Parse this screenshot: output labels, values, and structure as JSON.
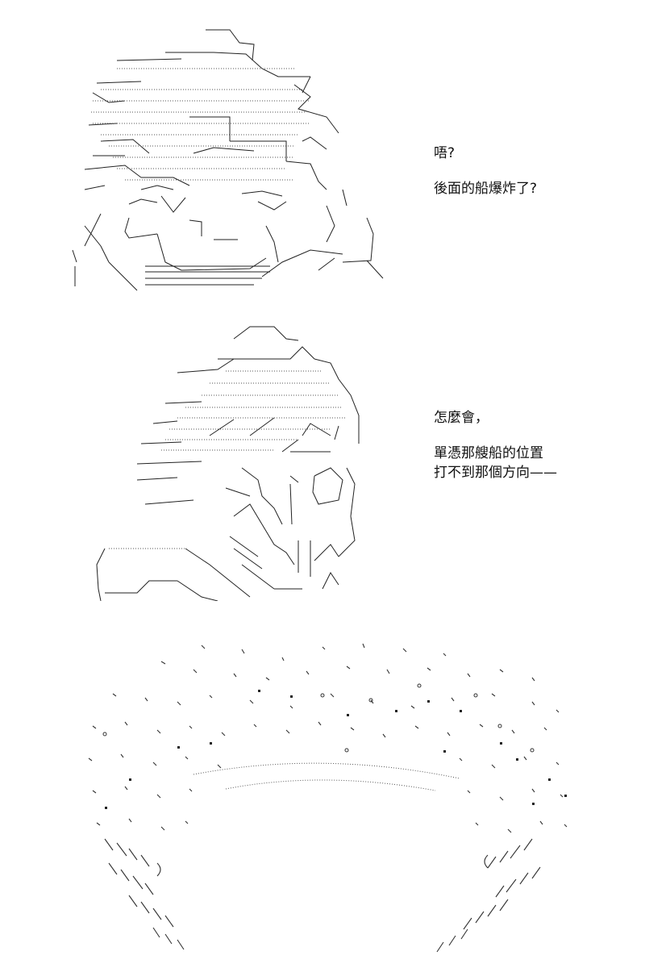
{
  "panels": [
    {
      "art": "ascii-art-face-frowning",
      "caption": [
        "唔?",
        "後面的船爆炸了?"
      ]
    },
    {
      "art": "ascii-art-face-profile",
      "caption": [
        "怎麼會，",
        "單憑那艘船的位置",
        "打不到那個方向——"
      ]
    },
    {
      "art": "ascii-art-explosion-burst"
    }
  ]
}
